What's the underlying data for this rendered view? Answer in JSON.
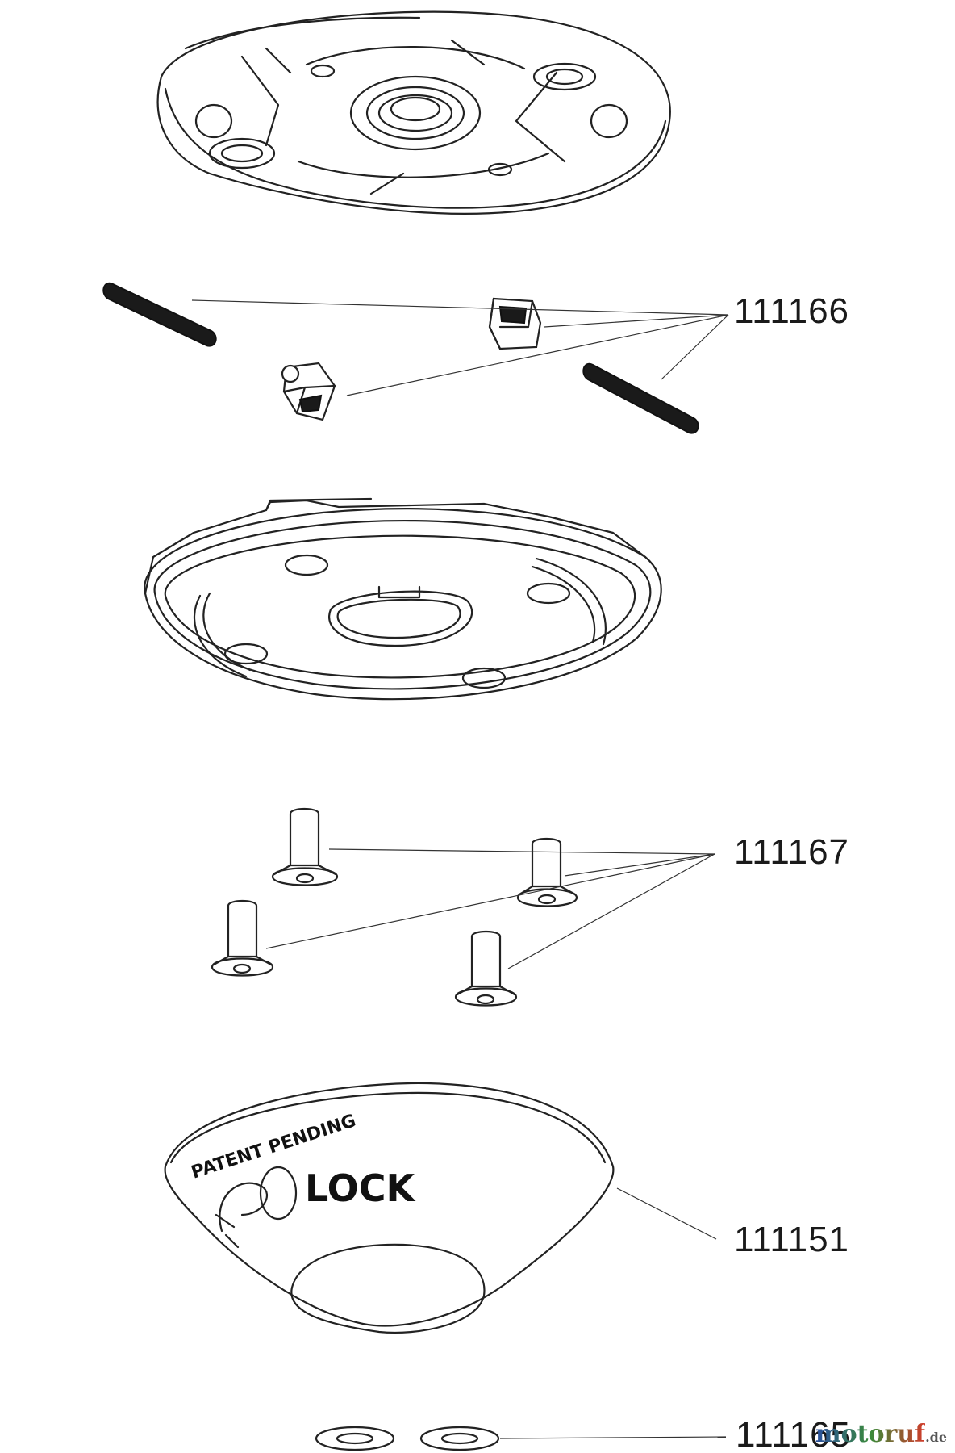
{
  "parts": [
    {
      "id": "housing-upper",
      "label": ""
    },
    {
      "id": "springs-and-pawls",
      "label": "111166"
    },
    {
      "id": "base-plate",
      "label": ""
    },
    {
      "id": "screws",
      "label": "111167"
    },
    {
      "id": "cap",
      "label": "111151"
    },
    {
      "id": "washers",
      "label": "111165"
    }
  ],
  "cap_print": {
    "patent": "PATENT PENDING",
    "lock": "LOCK"
  },
  "watermark": {
    "text_main": "motoruf",
    "text_tld": ".de",
    "color_1": "#2a4fa0",
    "color_2": "#d23a2a"
  },
  "colors": {
    "ink": "#1a1a1a",
    "background": "#ffffff"
  }
}
